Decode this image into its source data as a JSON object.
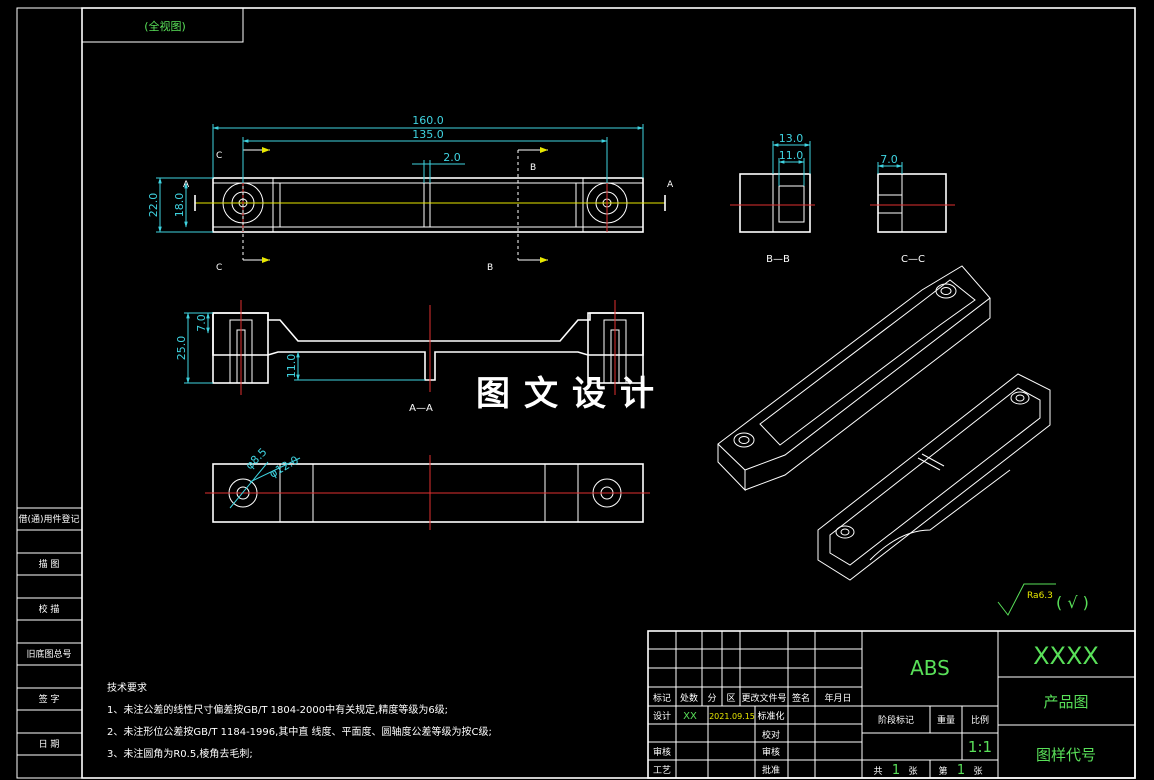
{
  "drawing": {
    "corner_label": "(全视图)",
    "watermark": "图文设计",
    "dimensions": {
      "overall_length": "160.0",
      "hole_spacing": "135.0",
      "slot_gap": "2.0",
      "height_22": "22.0",
      "height_18": "18.0",
      "bb_width_13": "13.0",
      "bb_width_11": "11.0",
      "cc_width_7": "7.0",
      "aa_height_25": "25.0",
      "aa_height_7": "7.0",
      "aa_depth_11": "11.0",
      "hole_dia_a": "φ8.5",
      "hole_dia_b": "φ12.0"
    },
    "section_letters": {
      "a": "A",
      "b": "B",
      "c": "C"
    },
    "section_labels": {
      "aa": "A—A",
      "bb": "B—B",
      "cc": "C—C"
    },
    "roughness": {
      "value": "Ra6.3",
      "mark": "( √ )"
    }
  },
  "left_column": {
    "cells": [
      "借(通)用件登记",
      "描 图",
      "校 描",
      "旧底图总号",
      "签 字",
      "日 期"
    ]
  },
  "notes": {
    "title": "技术要求",
    "items": [
      "1、未注公差的线性尺寸偏差按GB/T 1804-2000中有关规定,精度等级为6级;",
      "2、未注形位公差按GB/T 1184-1996,其中直 线度、平面度、圆轴度公差等级为按C级;",
      "3、未注圆角为R0.5,棱角去毛刺;"
    ]
  },
  "title_block": {
    "row_headers": [
      "标记",
      "处数",
      "分",
      "区",
      "更改文件号",
      "签名",
      "年月日"
    ],
    "design_label": "设计",
    "designer": "XX",
    "date": "2021.09.15",
    "standardization_label": "标准化",
    "review_label": "审核",
    "process_label": "工艺",
    "proofread_label": "校对",
    "audit_label": "审核",
    "approve_label": "批准",
    "material": "ABS",
    "stage_label": "阶段标记",
    "weight_label": "重量",
    "scale_label": "比例",
    "scale": "1:1",
    "sheets_total_label": "共",
    "sheets_total": "1",
    "sheet_unit": "张",
    "sheet_no_label": "第",
    "sheet_no": "1",
    "sheet_unit2": "张",
    "code_name": "XXXX",
    "product_label": "产品图",
    "drawing_code_label": "图样代号"
  },
  "colors": {
    "outline": "#ffffff",
    "dimension": "#3fd3e0",
    "hatch": "#e8e800",
    "centerline": "#e03030",
    "title_text": "#59e059"
  }
}
